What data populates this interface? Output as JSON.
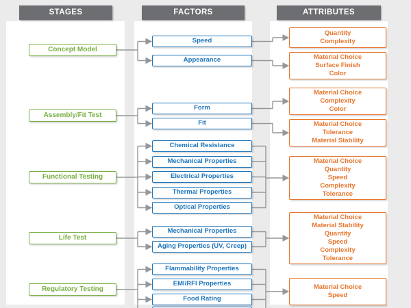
{
  "diagram": {
    "headers": {
      "stages": "STAGES",
      "factors": "FACTORS",
      "attributes": "ATTRIBUTES"
    },
    "stages": [
      {
        "label": "Concept Model"
      },
      {
        "label": "Assembly/Fit Test"
      },
      {
        "label": "Functional Testing"
      },
      {
        "label": "Life Test"
      },
      {
        "label": "Regulatory Testing"
      }
    ],
    "factors": [
      {
        "label": "Speed"
      },
      {
        "label": "Appearance"
      },
      {
        "label": "Form"
      },
      {
        "label": "Fit"
      },
      {
        "label": "Chemical Resistance"
      },
      {
        "label": "Mechanical Properties"
      },
      {
        "label": "Electrical Properties"
      },
      {
        "label": "Thermal Properties"
      },
      {
        "label": "Optical Properties"
      },
      {
        "label": "Mechanical Properties"
      },
      {
        "label": "Aging Properties (UV, Creep)"
      },
      {
        "label": "Flammability Properties"
      },
      {
        "label": "EMI/RFI Properties"
      },
      {
        "label": "Food Rating"
      }
    ],
    "attributes": [
      {
        "label": "Quantity\nComplexity"
      },
      {
        "label": "Material Choice\nSurface Finish\nColor"
      },
      {
        "label": "Material Choice\nComplexity\nColor"
      },
      {
        "label": "Material Choice\nTolerance\nMaterial Stability"
      },
      {
        "label": "Material Choice\nQuantity\nSpeed\nComplexity\nTolerance"
      },
      {
        "label": "Material Choice\nMaterial Stability\nQuantity\nSpeed\nComplexity\nTolerance"
      },
      {
        "label": "Material Choice\nSpeed"
      }
    ],
    "colors": {
      "stage_green": "#77b043",
      "factor_blue": "#1c75bc",
      "attribute_orange": "#e8762d",
      "header_gray": "#6d6e71",
      "connector_gray": "#95979a",
      "band_white": "#ffffff",
      "page_background": "#ebebec"
    }
  }
}
